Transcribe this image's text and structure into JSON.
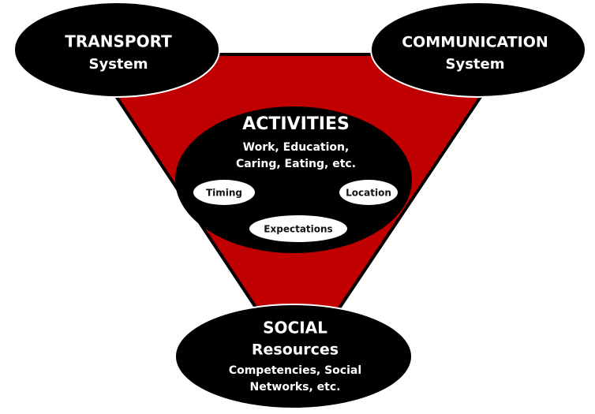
{
  "colors": {
    "triangle_fill": "#c00000",
    "ellipse_fill": "#000000",
    "outline": "#000000",
    "text_light": "#ffffff",
    "text_dark": "#111111",
    "pill_fill": "#ffffff"
  },
  "transport": {
    "title": "TRANSPORT",
    "subtitle": "System"
  },
  "communication": {
    "title": "COMMUNICATION",
    "subtitle": "System"
  },
  "activities": {
    "title": "ACTIVITIES",
    "line1": "Work, Education,",
    "line2": "Caring, Eating, etc.",
    "factors": {
      "timing": "Timing",
      "location": "Location",
      "expectations": "Expectations"
    }
  },
  "social": {
    "title": "SOCIAL",
    "subtitle": "Resources",
    "line1": "Competencies, Social",
    "line2": "Networks, etc."
  }
}
